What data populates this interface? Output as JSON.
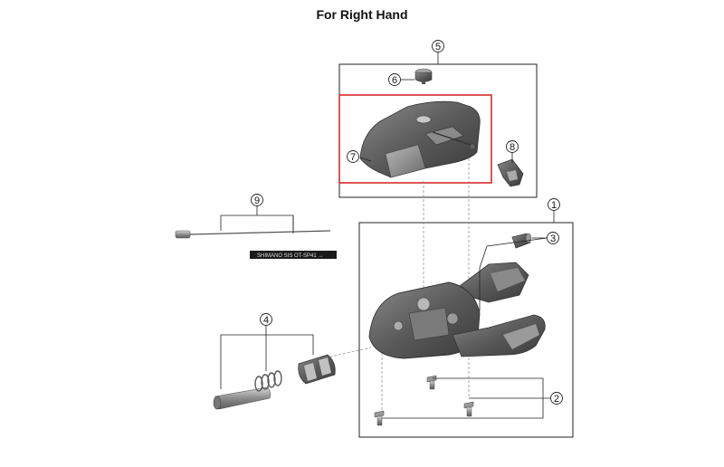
{
  "title": "For Right Hand",
  "callouts": [
    "1",
    "2",
    "3",
    "4",
    "5",
    "6",
    "7",
    "8",
    "9"
  ],
  "cable_print": "SHIMANO SIS  OT-SP41 →",
  "colors": {
    "highlight": "#d92b2b",
    "line": "#222222",
    "part_dark": "#4a4a4a",
    "part_mid": "#6e6e6e",
    "part_light": "#9a9a9a"
  }
}
